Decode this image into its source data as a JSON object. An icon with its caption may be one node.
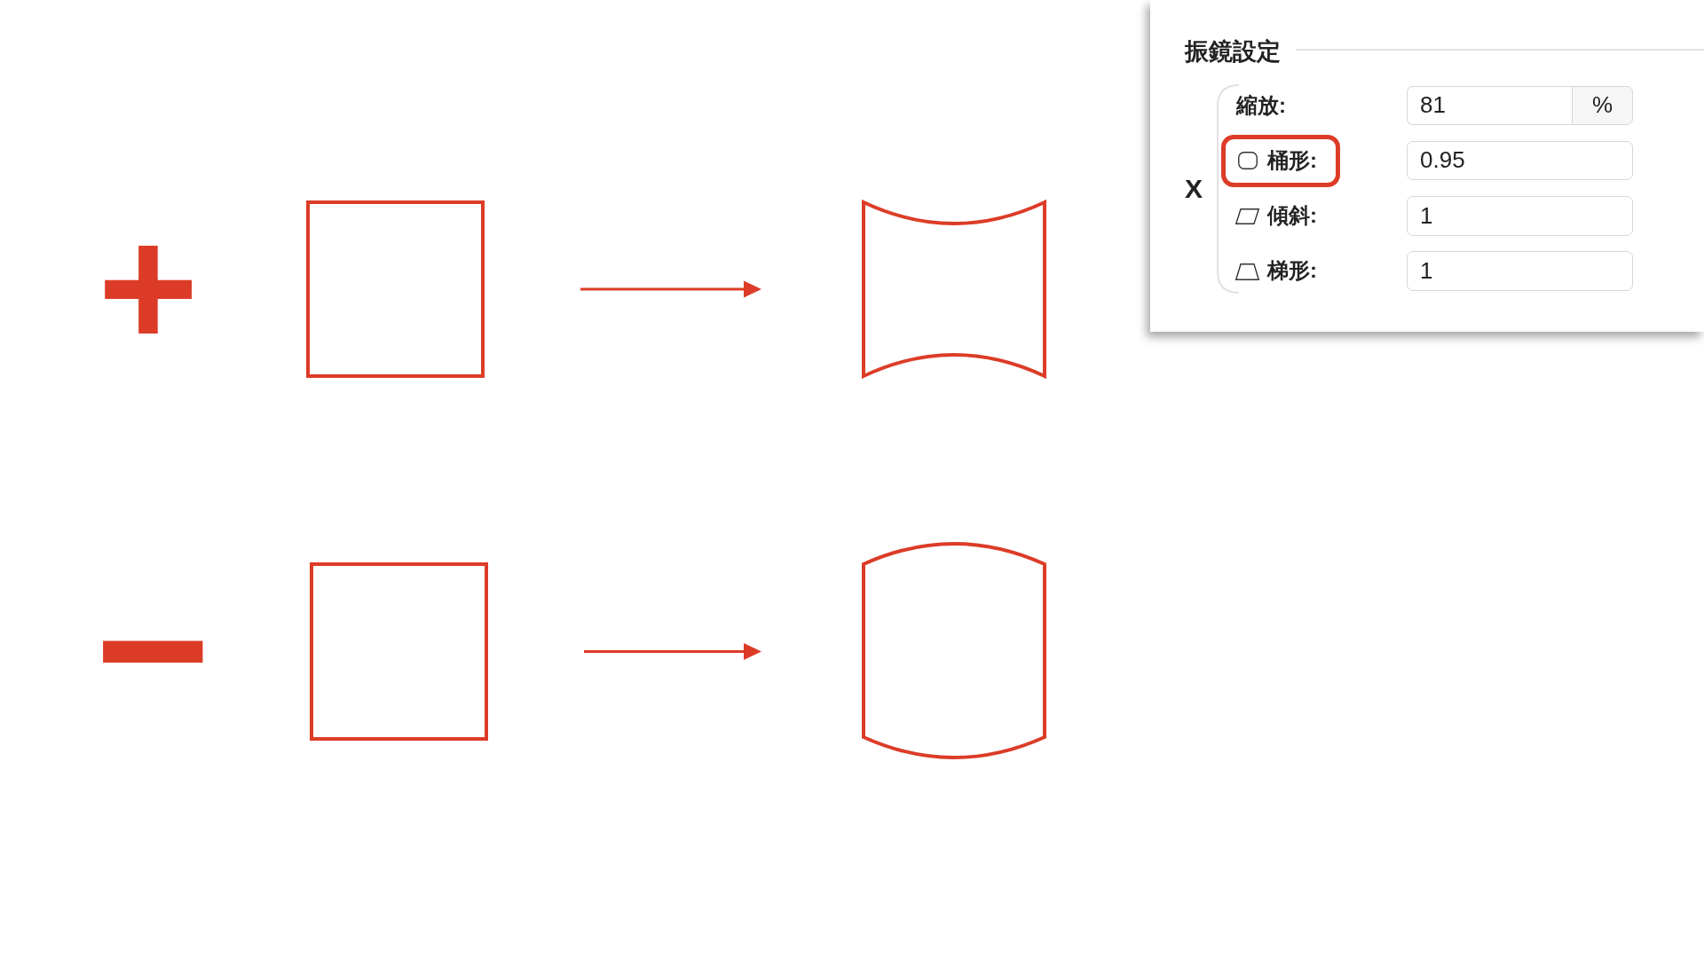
{
  "diagram": {
    "nodes": [
      {
        "text": [],
        "shape": "box"
      },
      {
        "text": [],
        "shape": "box"
      },
      {
        "text": [],
        "shape": "box"
      },
      {
        "text": [],
        "shape": "box"
      },
      {
        "text": [
          "振鏡設定",
          "X",
          "縮放:",
          "傾斜:",
          "梯形:"
        ]
      },
      {
        "text": [
          "桶形:"
        ],
        "in": 4
      },
      {
        "text": [
          "81"
        ],
        "in": 4
      },
      {
        "text": [
          "%"
        ],
        "in": 4
      },
      {
        "text": [
          "0.95"
        ],
        "in": 4
      },
      {
        "text": [
          "1"
        ],
        "in": 4
      },
      {
        "text": [
          "1"
        ],
        "in": 4
      }
    ],
    "edges": [
      {
        "from": 0,
        "to": 1,
        "arrow": "to"
      },
      {
        "from": 2,
        "to": 3,
        "arrow": "to"
      }
    ],
    "labels": [
      "+",
      "−"
    ]
  }
}
